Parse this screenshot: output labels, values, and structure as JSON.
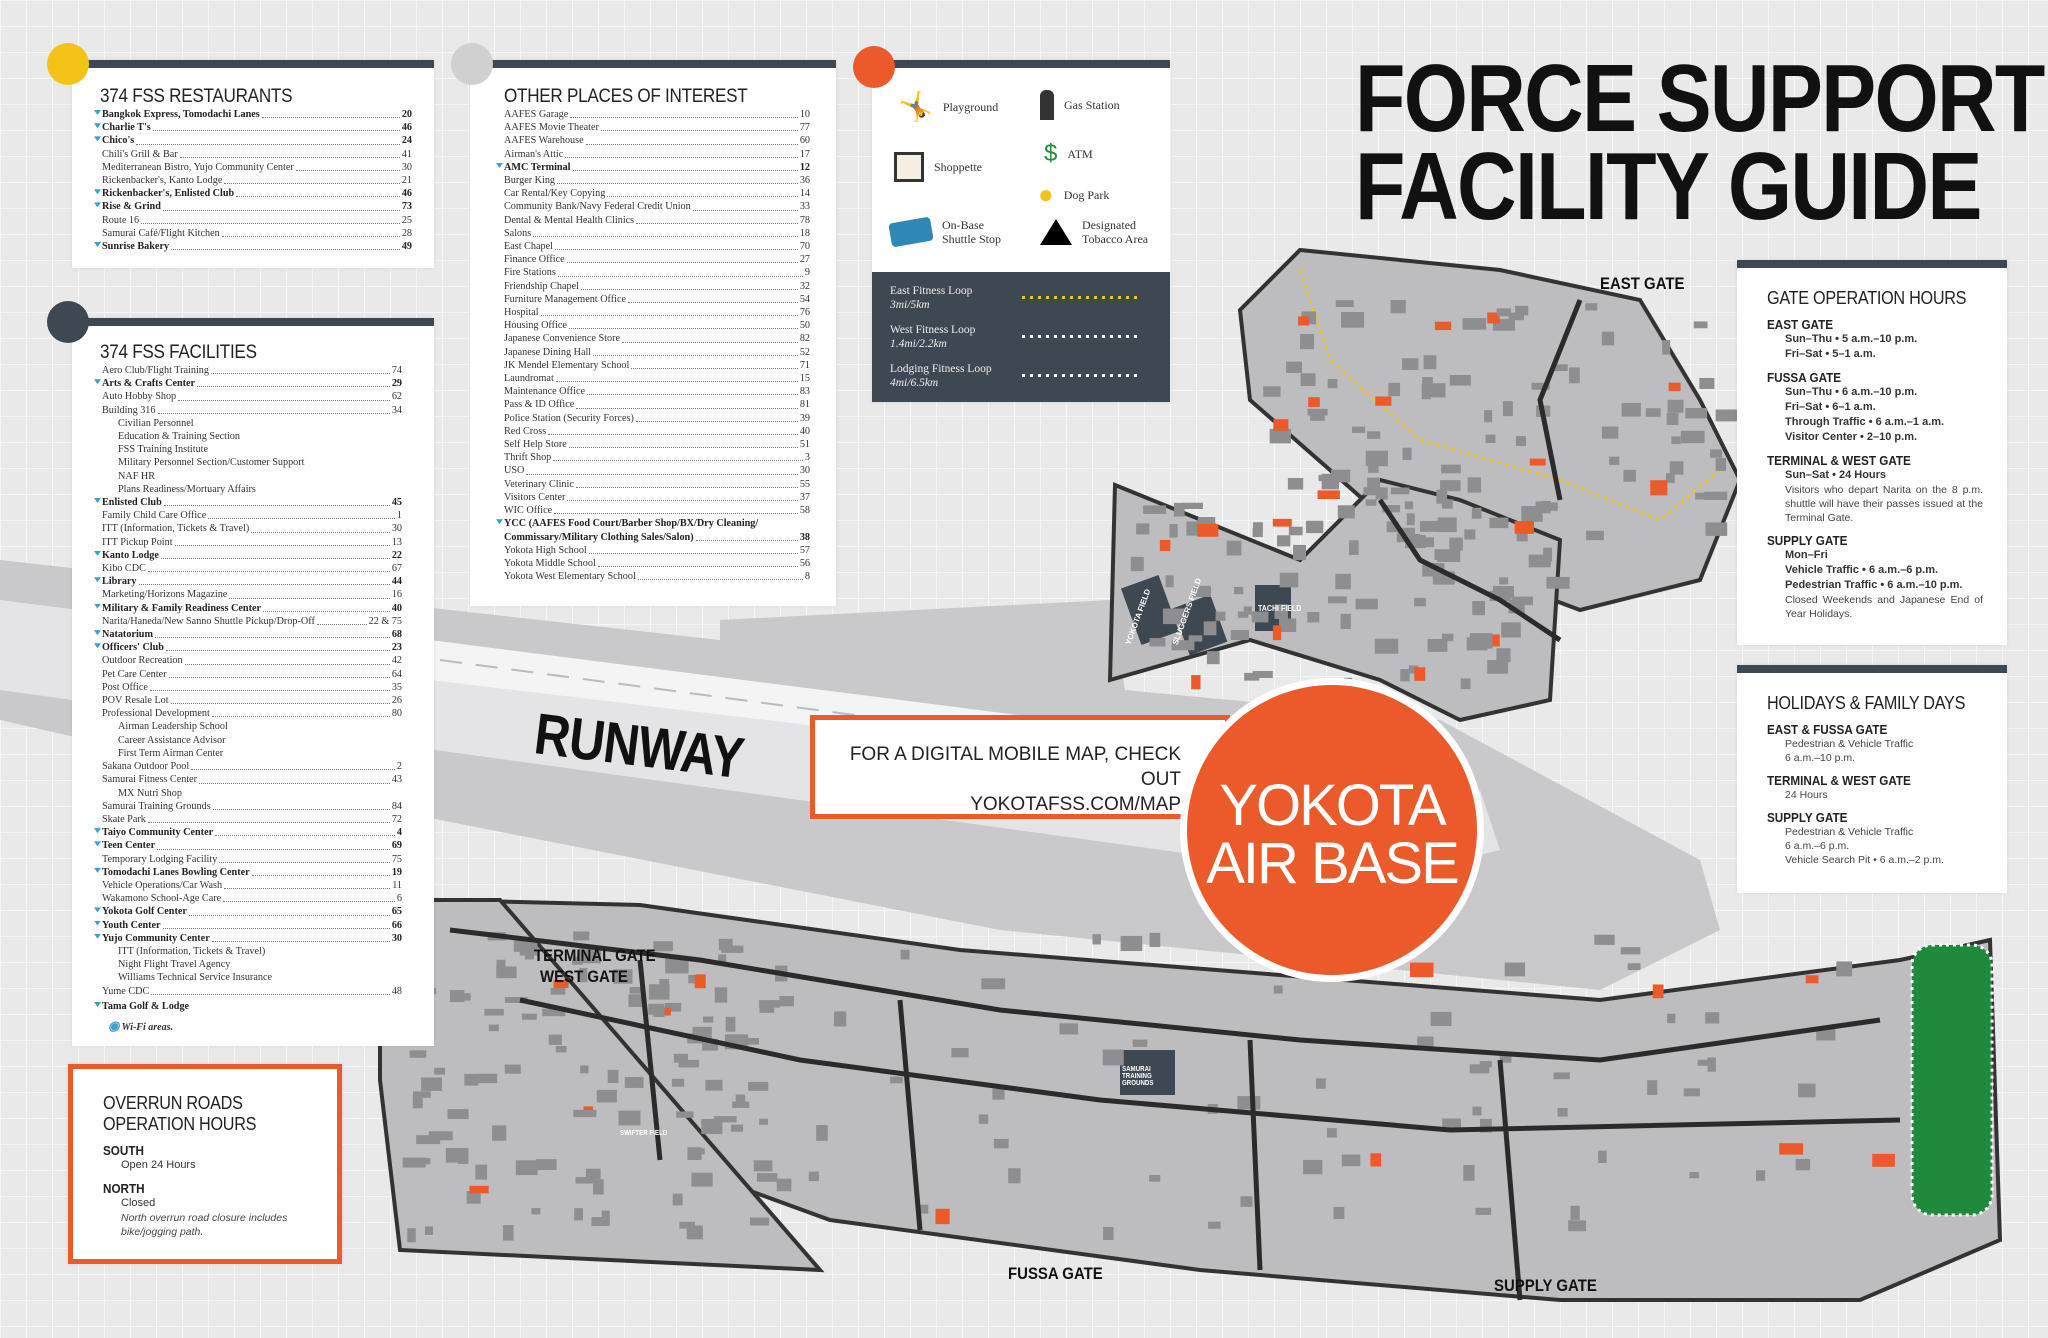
{
  "title": {
    "line1": "FORCE SUPPORT",
    "line2": "FACILITY GUIDE"
  },
  "colors": {
    "orange": "#ea5a2a",
    "yellow": "#f3c316",
    "dark": "#3e4853",
    "grey_dot": "#d0d0d0",
    "wifi": "#3aa0d0",
    "green": "#1f8a3c"
  },
  "restaurants": {
    "heading": "374 FSS RESTAURANTS",
    "items": [
      {
        "name": "Bangkok Express, Tomodachi Lanes",
        "page": "20",
        "wifi": true
      },
      {
        "name": "Charlie T's",
        "page": "46",
        "wifi": true
      },
      {
        "name": "Chico's",
        "page": "24",
        "wifi": true
      },
      {
        "name": "Chili's Grill & Bar",
        "page": "41"
      },
      {
        "name": "Mediterranean Bistro, Yujo Community Center",
        "page": "30"
      },
      {
        "name": "Rickenbacker's, Kanto Lodge",
        "page": "21"
      },
      {
        "name": "Rickenbacker's, Enlisted Club",
        "page": "46",
        "wifi": true
      },
      {
        "name": "Rise & Grind",
        "page": "73",
        "wifi": true
      },
      {
        "name": "Route 16",
        "page": "25"
      },
      {
        "name": "Samurai Café/Flight Kitchen",
        "page": "28"
      },
      {
        "name": "Sunrise Bakery",
        "page": "49",
        "wifi": true
      }
    ]
  },
  "facilities": {
    "heading": "374 FSS FACILITIES",
    "items": [
      {
        "name": "Aero Club/Flight Training",
        "page": "74"
      },
      {
        "name": "Arts & Crafts Center",
        "page": "29",
        "wifi": true
      },
      {
        "name": "Auto Hobby Shop",
        "page": "62"
      },
      {
        "name": "Building 316",
        "page": "34"
      },
      {
        "name": "Civilian Personnel",
        "sub": true
      },
      {
        "name": "Education & Training Section",
        "sub": true
      },
      {
        "name": "FSS Training Institute",
        "sub": true
      },
      {
        "name": "Military Personnel Section/Customer Support",
        "sub": true
      },
      {
        "name": "NAF HR",
        "sub": true
      },
      {
        "name": "Plans Readiness/Mortuary Affairs",
        "sub": true
      },
      {
        "name": "Enlisted Club",
        "page": "45",
        "wifi": true
      },
      {
        "name": "Family Child Care Office",
        "page": "1"
      },
      {
        "name": "ITT (Information, Tickets & Travel)",
        "page": "30"
      },
      {
        "name": "ITT Pickup Point",
        "page": "13"
      },
      {
        "name": "Kanto Lodge",
        "page": "22",
        "wifi": true
      },
      {
        "name": "Kibo CDC",
        "page": "67"
      },
      {
        "name": "Library",
        "page": "44",
        "wifi": true
      },
      {
        "name": "Marketing/Horizons Magazine",
        "page": "16"
      },
      {
        "name": "Military & Family Readiness Center",
        "page": "40",
        "wifi": true
      },
      {
        "name": "Narita/Haneda/New Sanno Shuttle Pickup/Drop-Off",
        "page": "22 & 75"
      },
      {
        "name": "Natatorium",
        "page": "68",
        "wifi": true
      },
      {
        "name": "Officers' Club",
        "page": "23",
        "wifi": true
      },
      {
        "name": "Outdoor Recreation",
        "page": "42"
      },
      {
        "name": "Pet Care Center",
        "page": "64"
      },
      {
        "name": "Post Office",
        "page": "35"
      },
      {
        "name": "POV Resale Lot",
        "page": "26"
      },
      {
        "name": "Professional Development",
        "page": "80"
      },
      {
        "name": "Airman Leadership School",
        "sub": true
      },
      {
        "name": "Career Assistance Advisor",
        "sub": true
      },
      {
        "name": "First Term Airman Center",
        "sub": true
      },
      {
        "name": "Sakana Outdoor Pool",
        "page": "2"
      },
      {
        "name": "Samurai Fitness Center",
        "page": "43"
      },
      {
        "name": "MX Nutri Shop",
        "sub": true
      },
      {
        "name": "Samurai Training Grounds",
        "page": "84"
      },
      {
        "name": "Skate Park",
        "page": "72"
      },
      {
        "name": "Taiyo Community Center",
        "page": "4",
        "wifi": true
      },
      {
        "name": "Teen Center",
        "page": "69",
        "wifi": true
      },
      {
        "name": "Temporary Lodging Facility",
        "page": "75"
      },
      {
        "name": "Tomodachi Lanes Bowling Center",
        "page": "19",
        "wifi": true
      },
      {
        "name": "Vehicle Operations/Car Wash",
        "page": "11"
      },
      {
        "name": "Wakamono School-Age Care",
        "page": "6"
      },
      {
        "name": "Yokota Golf Center",
        "page": "65",
        "wifi": true
      },
      {
        "name": "Youth Center",
        "page": "66",
        "wifi": true
      },
      {
        "name": "Yujo Community Center",
        "page": "30",
        "wifi": true
      },
      {
        "name": "ITT (Information, Tickets & Travel)",
        "sub": true
      },
      {
        "name": "Night Flight Travel Agency",
        "sub": true
      },
      {
        "name": "Williams Technical Service Insurance",
        "sub": true
      },
      {
        "name": "Yume CDC",
        "page": "48"
      }
    ],
    "extra": "Tama Golf & Lodge",
    "wifi_note": "Wi-Fi areas."
  },
  "other": {
    "heading": "OTHER PLACES OF INTEREST",
    "items": [
      {
        "name": "AAFES Garage",
        "page": "10"
      },
      {
        "name": "AAFES Movie Theater",
        "page": "77"
      },
      {
        "name": "AAFES Warehouse",
        "page": "60"
      },
      {
        "name": "Airman's Attic",
        "page": "17"
      },
      {
        "name": "AMC Terminal",
        "page": "12",
        "wifi": true
      },
      {
        "name": "Burger King",
        "page": "36"
      },
      {
        "name": "Car Rental/Key Copying",
        "page": "14"
      },
      {
        "name": "Community Bank/Navy Federal Credit Union",
        "page": "33"
      },
      {
        "name": "Dental & Mental Health Clinics",
        "page": "78"
      },
      {
        "name": "Salons",
        "page": "18"
      },
      {
        "name": "East Chapel",
        "page": "70"
      },
      {
        "name": "Finance Office",
        "page": "27"
      },
      {
        "name": "Fire Stations",
        "page": "9"
      },
      {
        "name": "Friendship Chapel",
        "page": "32"
      },
      {
        "name": "Furniture Management Office",
        "page": "54"
      },
      {
        "name": "Hospital",
        "page": "76"
      },
      {
        "name": "Housing Office",
        "page": "50"
      },
      {
        "name": "Japanese Convenience Store",
        "page": "82"
      },
      {
        "name": "Japanese Dining Hall",
        "page": "52"
      },
      {
        "name": "JK Mendel Elementary School",
        "page": "71"
      },
      {
        "name": "Laundromat",
        "page": "15"
      },
      {
        "name": "Maintenance Office",
        "page": "83"
      },
      {
        "name": "Pass & ID Office",
        "page": "81"
      },
      {
        "name": "Police Station (Security Forces)",
        "page": "39"
      },
      {
        "name": "Red Cross",
        "page": "40"
      },
      {
        "name": "Self Help Store",
        "page": "51"
      },
      {
        "name": "Thrift Shop",
        "page": "3"
      },
      {
        "name": "USO",
        "page": "30"
      },
      {
        "name": "Veterinary Clinic",
        "page": "55"
      },
      {
        "name": "Visitors Center",
        "page": "37"
      },
      {
        "name": "WIC Office",
        "page": "58"
      },
      {
        "name": "YCC (AAFES Food Court/Barber Shop/BX/Dry Cleaning/",
        "wifi": true,
        "cont": true
      },
      {
        "name": "Commissary/Military Clothing Sales/Salon)",
        "page": "38",
        "boldrow": true
      },
      {
        "name": "Yokota High School",
        "page": "57"
      },
      {
        "name": "Yokota Middle School",
        "page": "56"
      },
      {
        "name": "Yokota West Elementary School",
        "page": "8"
      }
    ]
  },
  "legend": {
    "items": [
      {
        "label": "Playground",
        "icon": "playground-icon"
      },
      {
        "label": "Gas Station",
        "icon": "gas-station-icon"
      },
      {
        "label": "Shoppette",
        "icon": "shoppette-icon"
      },
      {
        "label": "ATM",
        "icon": "atm-icon"
      },
      {
        "label": "Dog Park",
        "icon": "dog-park-icon"
      },
      {
        "label": "On-Base Shuttle Stop",
        "icon": "shuttle-bus-icon"
      },
      {
        "label": "Designated Tobacco Area",
        "icon": "tobacco-triangle-icon"
      }
    ],
    "loops": [
      {
        "name": "East Fitness Loop",
        "distance": "3mi/5km",
        "color": "#f3c316"
      },
      {
        "name": "West Fitness Loop",
        "distance": "1.4mi/2.2km",
        "color": "#ffffff"
      },
      {
        "name": "Lodging Fitness Loop",
        "distance": "4mi/6.5km",
        "color": "#ffffff"
      }
    ]
  },
  "gate_hours": {
    "heading": "GATE OPERATION HOURS",
    "gates": [
      {
        "name": "EAST GATE",
        "lines": [
          "Sun–Thu • 5 a.m.–10 p.m.",
          "Fri–Sat • 5–1 a.m."
        ]
      },
      {
        "name": "FUSSA GATE",
        "lines": [
          "Sun–Thu • 6 a.m.–10 p.m.",
          "Fri–Sat • 6–1 a.m.",
          "Through Traffic • 6 a.m.–1 a.m.",
          "Visitor Center • 2–10 p.m."
        ]
      },
      {
        "name": "TERMINAL & WEST GATE",
        "lines": [
          "Sun–Sat • 24 Hours"
        ],
        "note": "Visitors who depart Narita on the 8 p.m. shuttle will have their passes issued at the Terminal Gate."
      },
      {
        "name": "SUPPLY GATE",
        "lines": [
          "Mon–Fri",
          "Vehicle Traffic • 6 a.m.–6 p.m.",
          "Pedestrian Traffic • 6 a.m.–10 p.m."
        ],
        "note": "Closed Weekends and Japanese End of Year Holidays."
      }
    ]
  },
  "holidays": {
    "heading": "HOLIDAYS & FAMILY DAYS",
    "gates": [
      {
        "name": "EAST & FUSSA GATE",
        "notes": [
          "Pedestrian & Vehicle Traffic",
          "6 a.m.–10 p.m."
        ]
      },
      {
        "name": "TERMINAL & WEST GATE",
        "notes": [
          "24 Hours"
        ]
      },
      {
        "name": "SUPPLY GATE",
        "notes": [
          "Pedestrian & Vehicle Traffic",
          "6 a.m.–6 p.m.",
          "Vehicle Search Pit • 6 a.m.–2 p.m."
        ]
      }
    ]
  },
  "overrun": {
    "heading1": "OVERRUN ROADS",
    "heading2": "OPERATION HOURS",
    "south": {
      "name": "SOUTH",
      "status": "Open 24 Hours"
    },
    "north": {
      "name": "NORTH",
      "status": "Closed",
      "note": "North overrun road closure includes bike/jogging path."
    }
  },
  "map": {
    "runway": "RUNWAY",
    "cta_line1": "FOR A DIGITAL MOBILE MAP, CHECK OUT",
    "cta_line2": "YOKOTAFSS.COM/MAP",
    "base_line1": "YOKOTA",
    "base_line2": "AIR BASE",
    "gates": {
      "east": "EAST GATE",
      "terminal": "TERMINAL GATE",
      "west": "WEST GATE",
      "fussa": "FUSSA GATE",
      "supply": "SUPPLY GATE"
    },
    "fields": [
      "YOKOTA FIELD",
      "SLUGGERS FIELD",
      "TACHI FIELD",
      "SAMURAI TRAINING GROUNDS",
      "SWIFTER FIELD"
    ]
  }
}
